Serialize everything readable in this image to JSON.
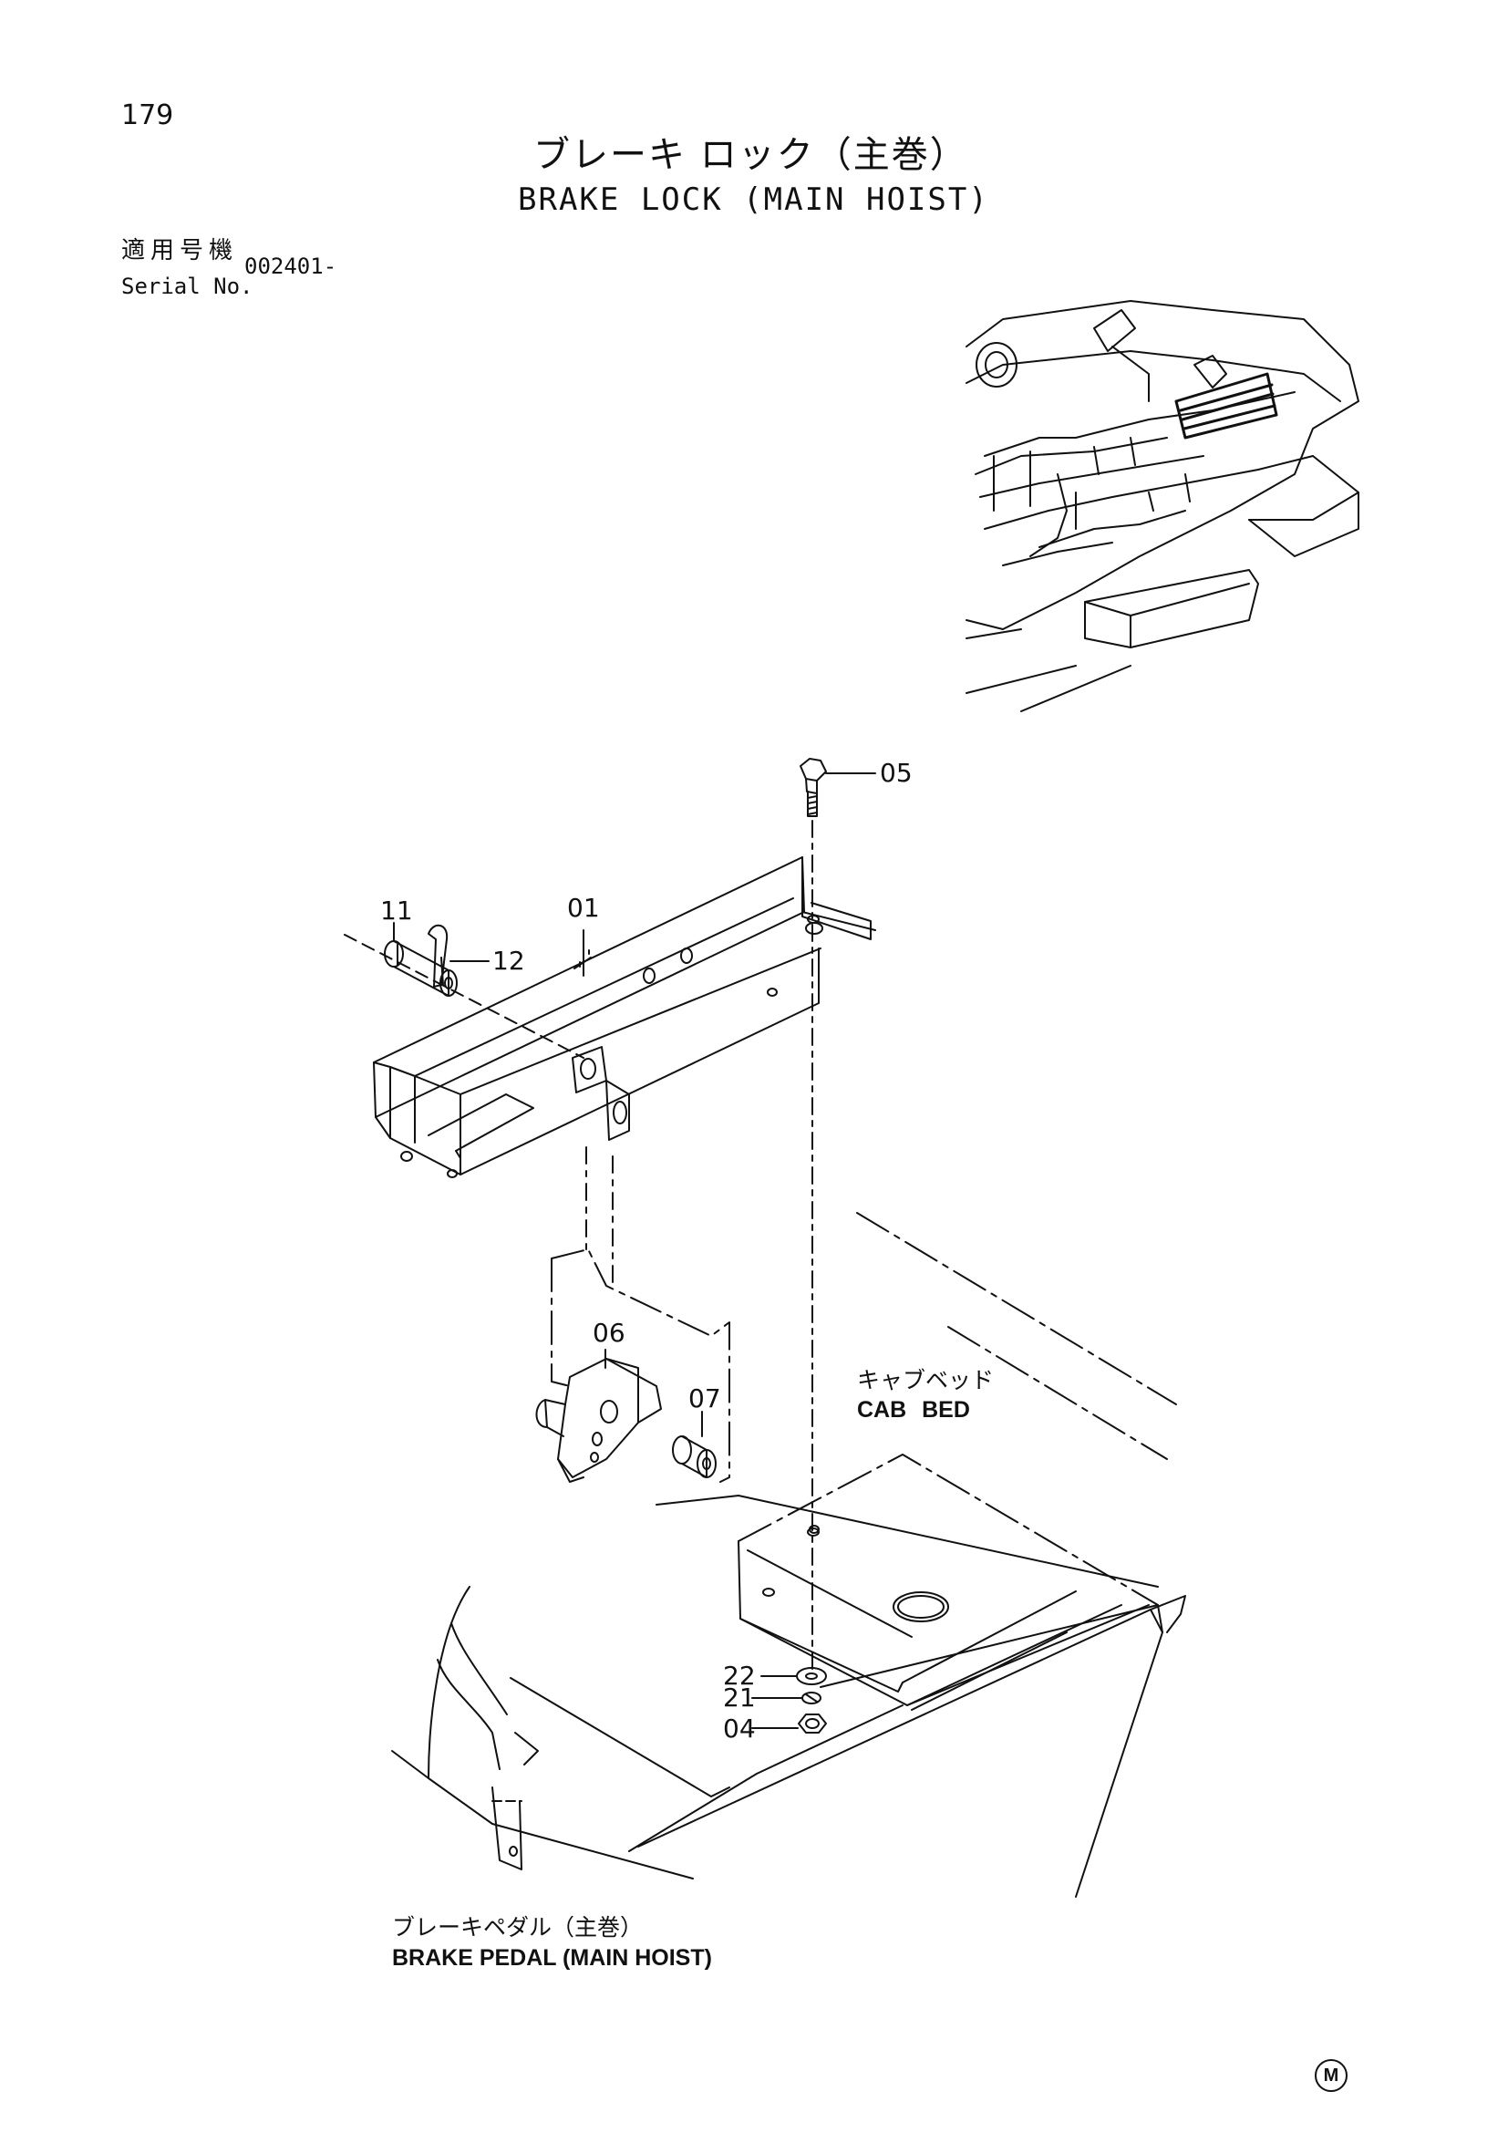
{
  "page": {
    "number": "179",
    "title_ja": "ブレーキ ロック（主巻）",
    "title_en": "BRAKE LOCK (MAIN HOIST)",
    "serial_label_ja": "適用号機",
    "serial_label_en": "Serial No.",
    "serial_value": "002401-",
    "mark": "M"
  },
  "callouts": [
    "05",
    "11",
    "01",
    "12",
    "06",
    "07",
    "22",
    "21",
    "04"
  ],
  "labels": {
    "cab_bed_ja": "キャブベッド",
    "cab_bed_en": "CAB BED",
    "brake_pedal_ja": "ブレーキペダル（主巻）",
    "brake_pedal_en": "BRAKE PEDAL (MAIN HOIST)"
  }
}
